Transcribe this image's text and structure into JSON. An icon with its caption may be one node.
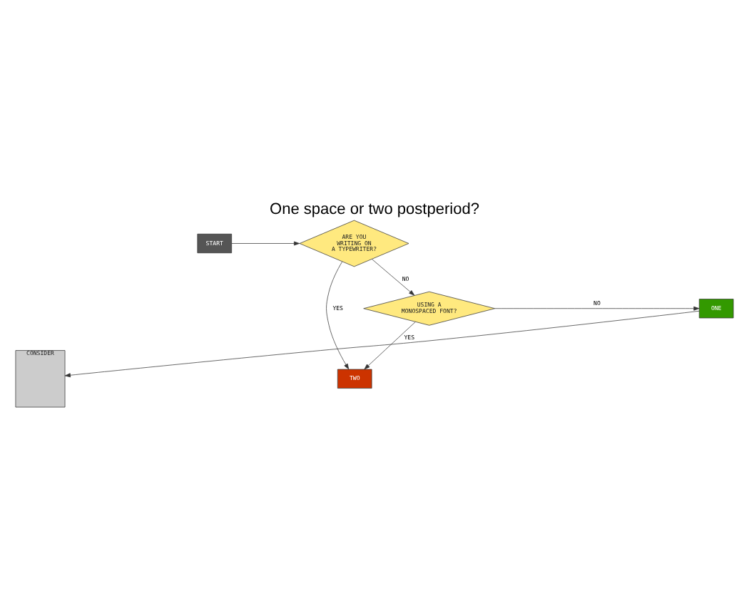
{
  "diagram": {
    "title": "One space or two postperiod?",
    "nodes": [
      {
        "text": [
          "START"
        ]
      },
      {
        "text": [
          "ARE YOU WRITING ON A TYPEWRITER?"
        ]
      },
      {
        "text": [
          "TWO"
        ]
      },
      {
        "text": [
          "USING A MONOSPACED FONT?"
        ]
      },
      {
        "text": [
          "ONE"
        ]
      },
      {
        "text": [
          "CONSIDER"
        ]
      }
    ],
    "edges": [
      {
        "from": 0,
        "to": 1,
        "arrow": "to"
      },
      {
        "from": 1,
        "to": 2,
        "arrow": "to",
        "label": "YES"
      },
      {
        "from": 1,
        "to": 3,
        "arrow": "to",
        "label": "NO"
      },
      {
        "from": 3,
        "to": 2,
        "arrow": "to",
        "label": "YES"
      },
      {
        "from": 3,
        "to": 4,
        "arrow": "to",
        "label": "NO"
      },
      {
        "from": 4,
        "to": 5,
        "arrow": "to"
      }
    ]
  }
}
